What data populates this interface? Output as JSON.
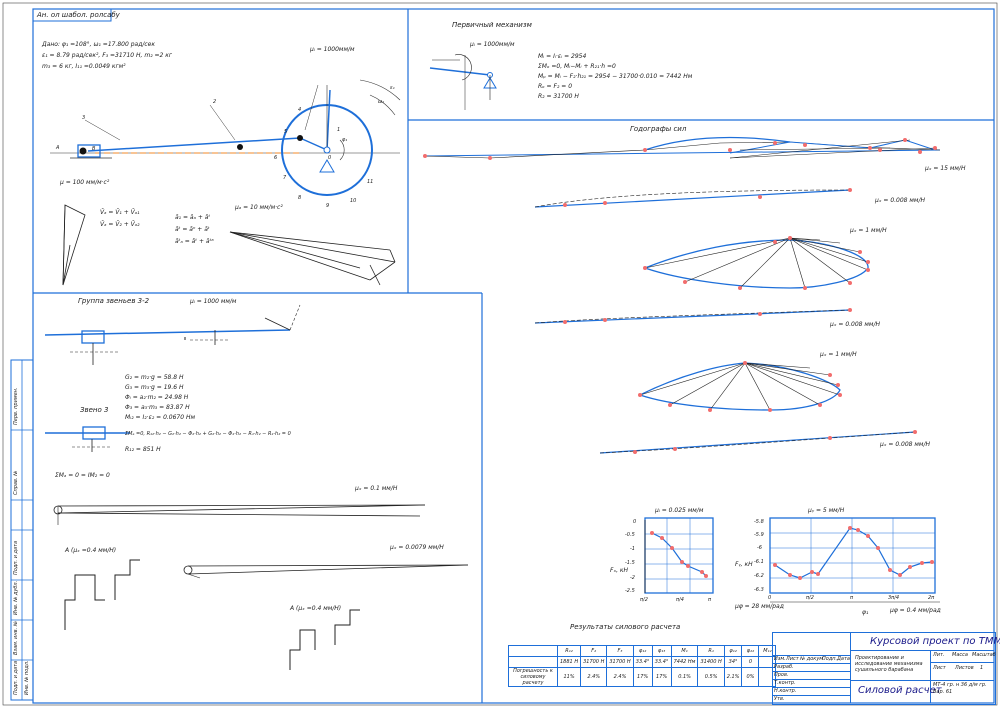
{
  "sheet": {
    "header_tag": "Ан. ол шабол. ролсабу",
    "top_section": {
      "given_line1": "Дано: φ₁ =108°, ω₁ =17.800 рад/сек",
      "given_line2": "ε₁ = 8.79 рад/сек², F₃ =31710 Н, m₂ =2 кг",
      "given_line3": "m₃ = 6 кг, I₁₁ =0.0049 кгм²",
      "scale_mech": "μₗ = 1000мм/м",
      "scale_slider": "μ = 100 мм/м·с²",
      "scale_velocity": "μₐ = 10 мм/м·с²",
      "vec_eq1": "V̄ₐ = V̄₁ + V̄ₐ₁",
      "vec_eq2": "V̄ₐ = V̄₂ + V̄ₐ₂",
      "acc_eq1": "ā₁ = āₐ + āᵗ",
      "acc_eq2": "āᵗ = āⁿ + āᵗ",
      "acc_eq3": "āᵗₐ = āᵗ + āᵗᵃ",
      "point_labels": [
        "1",
        "2",
        "3",
        "4",
        "5",
        "6",
        "7",
        "8",
        "9",
        "10",
        "11",
        "0",
        "A",
        "B",
        "ω₁",
        "ε₁",
        "φ₁"
      ]
    },
    "primary": {
      "title": "Первичный механизм",
      "scale": "μₗ = 1000мм/м",
      "eq1": "Mᵢ = Iᵢ·εᵢ = 2954",
      "eq2": "ΣMₒ =0, Mᵢ−Mᵢ + R₂₁·h =0",
      "eq3": "Mₚ = Mᵢ − F₂·h₂₁ = 2954 − 31700·0.010 = 7442 Нм",
      "eq4": "Rₒ = F₂ = 0",
      "eq5": "R₂ = 31700 Н"
    },
    "hodographs": {
      "title": "Годографы сил",
      "scale1": "μₓ = 15 мм/Н",
      "scale2": "μₓ = 0.008 мм/Н",
      "scale3": "μₓ = 1 мм/Н",
      "scale4": "μₓ = 0.008 мм/Н",
      "scale5": "μₓ = 1 мм/Н",
      "scale6": "μₓ = 0.008 мм/Н"
    },
    "group": {
      "title": "Группа звеньев 3-2",
      "scale": "μₗ = 1000 мм/м",
      "eq1": "G₂ = m₂·g = 58.8 Н",
      "eq2": "G₃ = m₃·g = 19.6 Н",
      "eq3": "Φᵢ = a₂·m₂ = 24.98 Н",
      "eq4": "Φ₃ = a₃·m₃ = 83.87 Н",
      "eq5": "Mᵢ₂ = I₂·ε₂ = 0.0670 Нм",
      "link3": "Звено 3",
      "moment_eq": "ΣMₐ =0, R₁₂·h₂ − G₂·h₂ − Φ₂·h₂ + G₂·h₂ − Φ₂·h₂ − R₁·h₂ − R₂·h₂ = 0",
      "r12": "R₁₂ = 851 Н",
      "sum_eq": "ΣMₐ = 0 = ΙM₂ = 0",
      "plan_scale1": "μₓ = 0.1 мм/Н",
      "plan_scale2": "μₓ = 0.0079 мм/Н",
      "mini1": "A (μₓ =0.4 мм/Н)",
      "mini2": "A (μₓ =0.4 мм/Н)"
    },
    "graph1": {
      "scale_top": "μₗ = 0.025 мм/м",
      "y_label": "Fₓ, кН",
      "y_ticks": [
        "0",
        "-0.5",
        "-1",
        "-1.5",
        "-2",
        "-2.5"
      ],
      "x_ticks": [
        "π/2",
        "π/4",
        "π"
      ]
    },
    "graph2": {
      "scale_top": "μᵧ = 5 мм/Н",
      "y_label": "Fᵧ, кН",
      "y_ticks": [
        "-5.8",
        "-5.9",
        "-6",
        "-6.1",
        "-6.2",
        "-6.3"
      ],
      "x_ticks": [
        "0",
        "π/2",
        "π",
        "3π/4",
        "2π"
      ],
      "x_scale_left": "μφ = 28 мм/рад",
      "x_scale_right": "μφ = 0.4 мм/рад",
      "x_label": "φ₁"
    },
    "results": {
      "title": "Результаты силового расчета",
      "headers": [
        "",
        "R₁₂",
        "F₂",
        "F₃",
        "φ₁₂",
        "φ₁₃",
        "M₁",
        "R₁",
        "φ₁₂",
        "φ₂₂",
        "M₁₂"
      ],
      "row1": [
        "",
        "1881 Н",
        "31700 Н",
        "31700 Н",
        "33.4°",
        "33.4°",
        "7442 Нм",
        "31400 Н",
        "34°",
        "0",
        ""
      ],
      "row2_label": "Погрешность к силовому расчету",
      "row2": [
        "11%",
        "2.4%",
        "2.4%",
        "17%",
        "17%",
        "0.1%",
        "0.5%",
        "2.1%",
        "0%",
        ""
      ]
    },
    "stamp": {
      "title": "Курсовой проект по ТММ",
      "subtitle": "Силовой расчет",
      "desc": "Проектирование и исследование механизма сушильного барабана",
      "code": "МТ-4 гр. н 36 д/м гр. Вар. 61",
      "cells": [
        "Лит.",
        "Масса",
        "Масштаб",
        "Изм.",
        "Лист",
        "№ докум.",
        "Подп.",
        "Дата",
        "Разраб.",
        "Пров.",
        "Т.контр.",
        "Н.контр.",
        "Утв.",
        "Лист",
        "Листов",
        "1"
      ]
    },
    "side_labels": [
      "Перв. примен.",
      "Справ. №",
      "Подп. и дата",
      "Инв. № дубл.",
      "Взам. инв. №",
      "Подп. и дата",
      "Инв. № подл."
    ]
  }
}
